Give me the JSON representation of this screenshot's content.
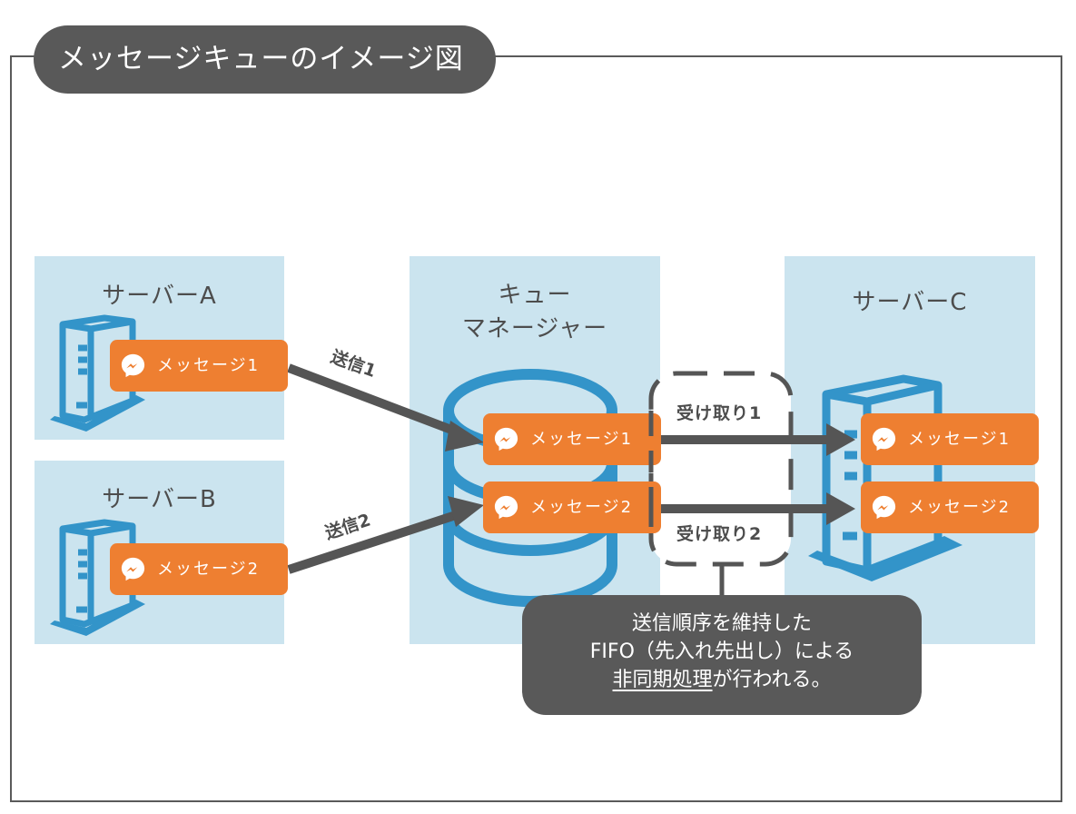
{
  "title": "メッセージキューのイメージ図",
  "colors": {
    "frame": "#5a5a5a",
    "title_bg": "#595959",
    "panel_bg": "#cbe4ef",
    "server_blue": "#3394c9",
    "message_orange": "#ee7f31",
    "arrow": "#555555",
    "note_bg": "#595959",
    "text": "#4d4d4d"
  },
  "servers": {
    "a": {
      "label": "サーバーA",
      "message": "メッセージ1",
      "icon": "server-icon"
    },
    "b": {
      "label": "サーバーB",
      "message": "メッセージ2",
      "icon": "server-icon"
    },
    "c": {
      "label": "サーバーC",
      "messages": [
        "メッセージ1",
        "メッセージ2"
      ],
      "icon": "server-icon"
    }
  },
  "queue_manager": {
    "label_line1": "キュー",
    "label_line2": "マネージャー",
    "icon": "database-icon",
    "messages": [
      "メッセージ1",
      "メッセージ2"
    ]
  },
  "edges": {
    "send1": "送信1",
    "send2": "送信2",
    "receive1": "受け取り1",
    "receive2": "受け取り2"
  },
  "message_icon": "messenger-icon",
  "note": {
    "line1": "送信順序を維持した",
    "line2": "FIFO（先入れ先出し）による",
    "line3_underlined": "非同期処理",
    "line3_rest": "が行われる。"
  }
}
